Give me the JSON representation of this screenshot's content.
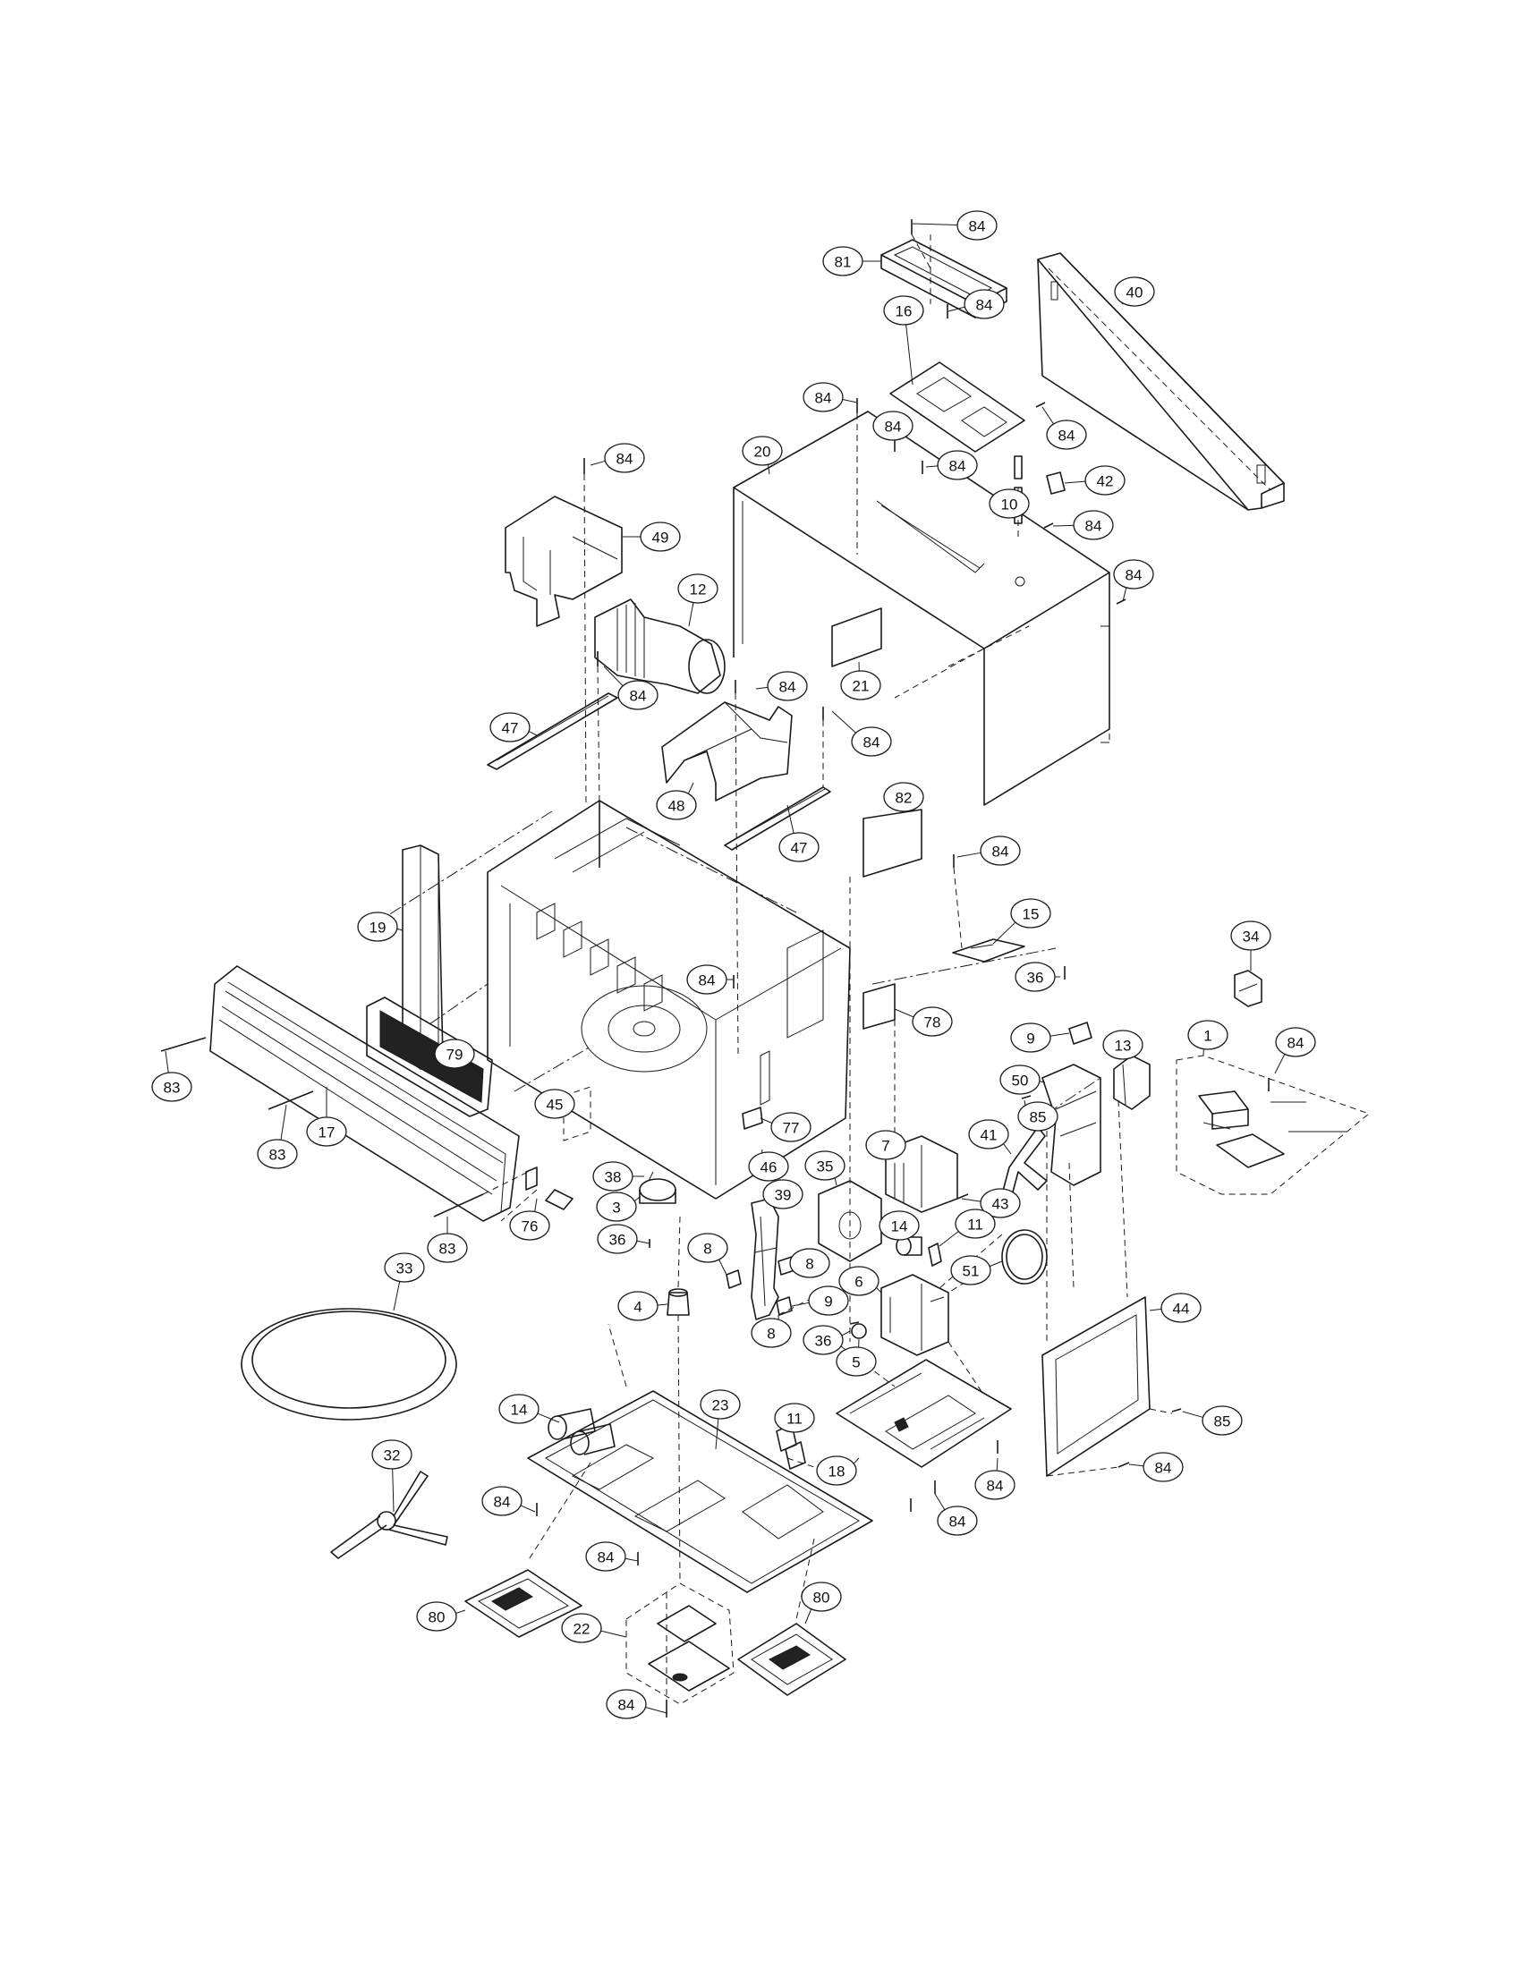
{
  "callouts": [
    {
      "id": "c84a",
      "label": "84"
    },
    {
      "id": "c81",
      "label": "81"
    },
    {
      "id": "c40",
      "label": "40"
    },
    {
      "id": "c16",
      "label": "16"
    },
    {
      "id": "c84b",
      "label": "84"
    },
    {
      "id": "c84c",
      "label": "84"
    },
    {
      "id": "c84d",
      "label": "84"
    },
    {
      "id": "c84e",
      "label": "84"
    },
    {
      "id": "c84f",
      "label": "84"
    },
    {
      "id": "c84g",
      "label": "84"
    },
    {
      "id": "c20",
      "label": "20"
    },
    {
      "id": "c42",
      "label": "42"
    },
    {
      "id": "c10",
      "label": "10"
    },
    {
      "id": "c84h",
      "label": "84"
    },
    {
      "id": "c49",
      "label": "49"
    },
    {
      "id": "c84i",
      "label": "84"
    },
    {
      "id": "c12",
      "label": "12"
    },
    {
      "id": "c21",
      "label": "21"
    },
    {
      "id": "c84j",
      "label": "84"
    },
    {
      "id": "c84k",
      "label": "84"
    },
    {
      "id": "c47a",
      "label": "47"
    },
    {
      "id": "c84l",
      "label": "84"
    },
    {
      "id": "c48",
      "label": "48"
    },
    {
      "id": "c47b",
      "label": "47"
    },
    {
      "id": "c82",
      "label": "82"
    },
    {
      "id": "c84m",
      "label": "84"
    },
    {
      "id": "c15",
      "label": "15"
    },
    {
      "id": "c19",
      "label": "19"
    },
    {
      "id": "c84n",
      "label": "84"
    },
    {
      "id": "c78",
      "label": "78"
    },
    {
      "id": "c34",
      "label": "34"
    },
    {
      "id": "c36a",
      "label": "36"
    },
    {
      "id": "c1",
      "label": "1"
    },
    {
      "id": "c84o",
      "label": "84"
    },
    {
      "id": "c79",
      "label": "79"
    },
    {
      "id": "c9a",
      "label": "9"
    },
    {
      "id": "c13",
      "label": "13"
    },
    {
      "id": "c83a",
      "label": "83"
    },
    {
      "id": "c50",
      "label": "50"
    },
    {
      "id": "c17",
      "label": "17"
    },
    {
      "id": "c45",
      "label": "45"
    },
    {
      "id": "c85a",
      "label": "85"
    },
    {
      "id": "c41",
      "label": "41"
    },
    {
      "id": "c77",
      "label": "77"
    },
    {
      "id": "c83b",
      "label": "83"
    },
    {
      "id": "c46",
      "label": "46"
    },
    {
      "id": "c7",
      "label": "7"
    },
    {
      "id": "c38",
      "label": "38"
    },
    {
      "id": "c35",
      "label": "35"
    },
    {
      "id": "c39",
      "label": "39"
    },
    {
      "id": "c3",
      "label": "3"
    },
    {
      "id": "c76",
      "label": "76"
    },
    {
      "id": "c43",
      "label": "43"
    },
    {
      "id": "c14a",
      "label": "14"
    },
    {
      "id": "c36b",
      "label": "36"
    },
    {
      "id": "c83c",
      "label": "83"
    },
    {
      "id": "c11a",
      "label": "11"
    },
    {
      "id": "c8a",
      "label": "8"
    },
    {
      "id": "c8b",
      "label": "8"
    },
    {
      "id": "c51",
      "label": "51"
    },
    {
      "id": "c33",
      "label": "33"
    },
    {
      "id": "c6",
      "label": "6"
    },
    {
      "id": "c44",
      "label": "44"
    },
    {
      "id": "c4",
      "label": "4"
    },
    {
      "id": "c9b",
      "label": "9"
    },
    {
      "id": "c8c",
      "label": "8"
    },
    {
      "id": "c36c",
      "label": "36"
    },
    {
      "id": "c5",
      "label": "5"
    },
    {
      "id": "c85b",
      "label": "85"
    },
    {
      "id": "c14b",
      "label": "14"
    },
    {
      "id": "c23",
      "label": "23"
    },
    {
      "id": "c11b",
      "label": "11"
    },
    {
      "id": "c32",
      "label": "32"
    },
    {
      "id": "c18",
      "label": "18"
    },
    {
      "id": "c84p",
      "label": "84"
    },
    {
      "id": "c84q",
      "label": "84"
    },
    {
      "id": "c84r",
      "label": "84"
    },
    {
      "id": "c84s",
      "label": "84"
    },
    {
      "id": "c84t",
      "label": "84"
    },
    {
      "id": "c80a",
      "label": "80"
    },
    {
      "id": "c80b",
      "label": "80"
    },
    {
      "id": "c22",
      "label": "22"
    },
    {
      "id": "c84u",
      "label": "84"
    }
  ]
}
